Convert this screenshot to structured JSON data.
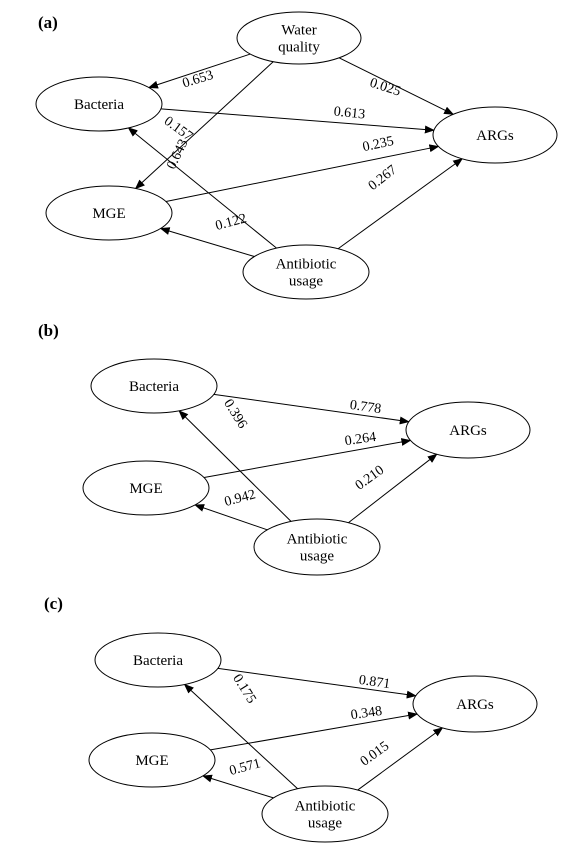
{
  "panels": [
    {
      "label": "(a)",
      "nodes": [
        {
          "id": "water",
          "lines": [
            "Water",
            "quality"
          ]
        },
        {
          "id": "bacteria",
          "lines": [
            "Bacteria"
          ]
        },
        {
          "id": "args",
          "lines": [
            "ARGs"
          ]
        },
        {
          "id": "mge",
          "lines": [
            "MGE"
          ]
        },
        {
          "id": "antibiotic",
          "lines": [
            "Antibiotic",
            "usage"
          ]
        }
      ],
      "edges": [
        {
          "from": "water",
          "to": "bacteria",
          "value": "0.653"
        },
        {
          "from": "water",
          "to": "args",
          "value": "0.025"
        },
        {
          "from": "water",
          "to": "mge",
          "value": "0.643"
        },
        {
          "from": "bacteria",
          "to": "args",
          "value": "0.613"
        },
        {
          "from": "antibiotic",
          "to": "bacteria",
          "value": "0.157"
        },
        {
          "from": "mge",
          "to": "args",
          "value": "0.235"
        },
        {
          "from": "antibiotic",
          "to": "args",
          "value": "0.267"
        },
        {
          "from": "antibiotic",
          "to": "mge",
          "value": "0.122"
        }
      ]
    },
    {
      "label": "(b)",
      "nodes": [
        {
          "id": "bacteria",
          "lines": [
            "Bacteria"
          ]
        },
        {
          "id": "args",
          "lines": [
            "ARGs"
          ]
        },
        {
          "id": "mge",
          "lines": [
            "MGE"
          ]
        },
        {
          "id": "antibiotic",
          "lines": [
            "Antibiotic",
            "usage"
          ]
        }
      ],
      "edges": [
        {
          "from": "bacteria",
          "to": "args",
          "value": "0.778"
        },
        {
          "from": "antibiotic",
          "to": "bacteria",
          "value": "0.396"
        },
        {
          "from": "mge",
          "to": "args",
          "value": "0.264"
        },
        {
          "from": "antibiotic",
          "to": "mge",
          "value": "0.942"
        },
        {
          "from": "antibiotic",
          "to": "args",
          "value": "0.210"
        }
      ]
    },
    {
      "label": "(c)",
      "nodes": [
        {
          "id": "bacteria",
          "lines": [
            "Bacteria"
          ]
        },
        {
          "id": "args",
          "lines": [
            "ARGs"
          ]
        },
        {
          "id": "mge",
          "lines": [
            "MGE"
          ]
        },
        {
          "id": "antibiotic",
          "lines": [
            "Antibiotic",
            "usage"
          ]
        }
      ],
      "edges": [
        {
          "from": "bacteria",
          "to": "args",
          "value": "0.871"
        },
        {
          "from": "antibiotic",
          "to": "bacteria",
          "value": "0.175"
        },
        {
          "from": "mge",
          "to": "args",
          "value": "0.348"
        },
        {
          "from": "antibiotic",
          "to": "mge",
          "value": "0.571"
        },
        {
          "from": "antibiotic",
          "to": "args",
          "value": "0.015"
        }
      ]
    }
  ]
}
